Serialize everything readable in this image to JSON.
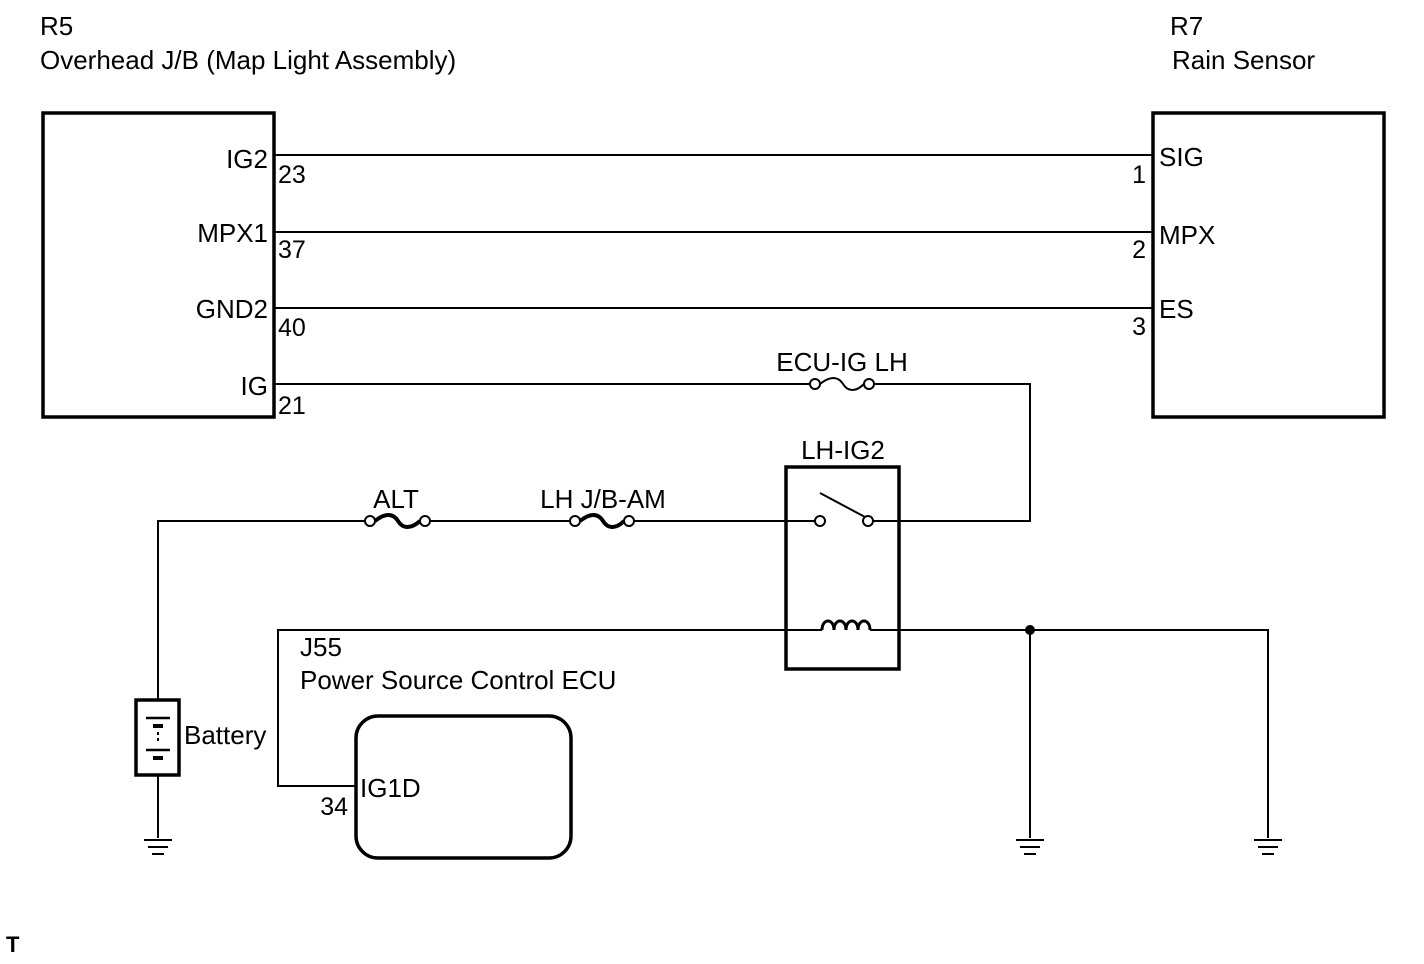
{
  "components": {
    "overhead_jb": {
      "code": "R5",
      "name": "Overhead J/B (Map Light Assembly)",
      "pins": [
        {
          "label": "IG2",
          "number": "23"
        },
        {
          "label": "MPX1",
          "number": "37"
        },
        {
          "label": "GND2",
          "number": "40"
        },
        {
          "label": "IG",
          "number": "21"
        }
      ]
    },
    "rain_sensor": {
      "code": "R7",
      "name": "Rain Sensor",
      "pins": [
        {
          "label": "SIG",
          "number": "1"
        },
        {
          "label": "MPX",
          "number": "2"
        },
        {
          "label": "ES",
          "number": "3"
        }
      ]
    },
    "power_ecu": {
      "code": "J55",
      "name": "Power Source Control ECU",
      "pin_label": "IG1D",
      "pin_number": "34"
    },
    "relay": {
      "name": "LH-IG2"
    },
    "battery": {
      "name": "Battery"
    }
  },
  "fuses": {
    "ecu_ig_lh": "ECU-IG LH",
    "alt": "ALT",
    "lh_jb_am": "LH J/B-AM"
  },
  "footer_mark": "T"
}
